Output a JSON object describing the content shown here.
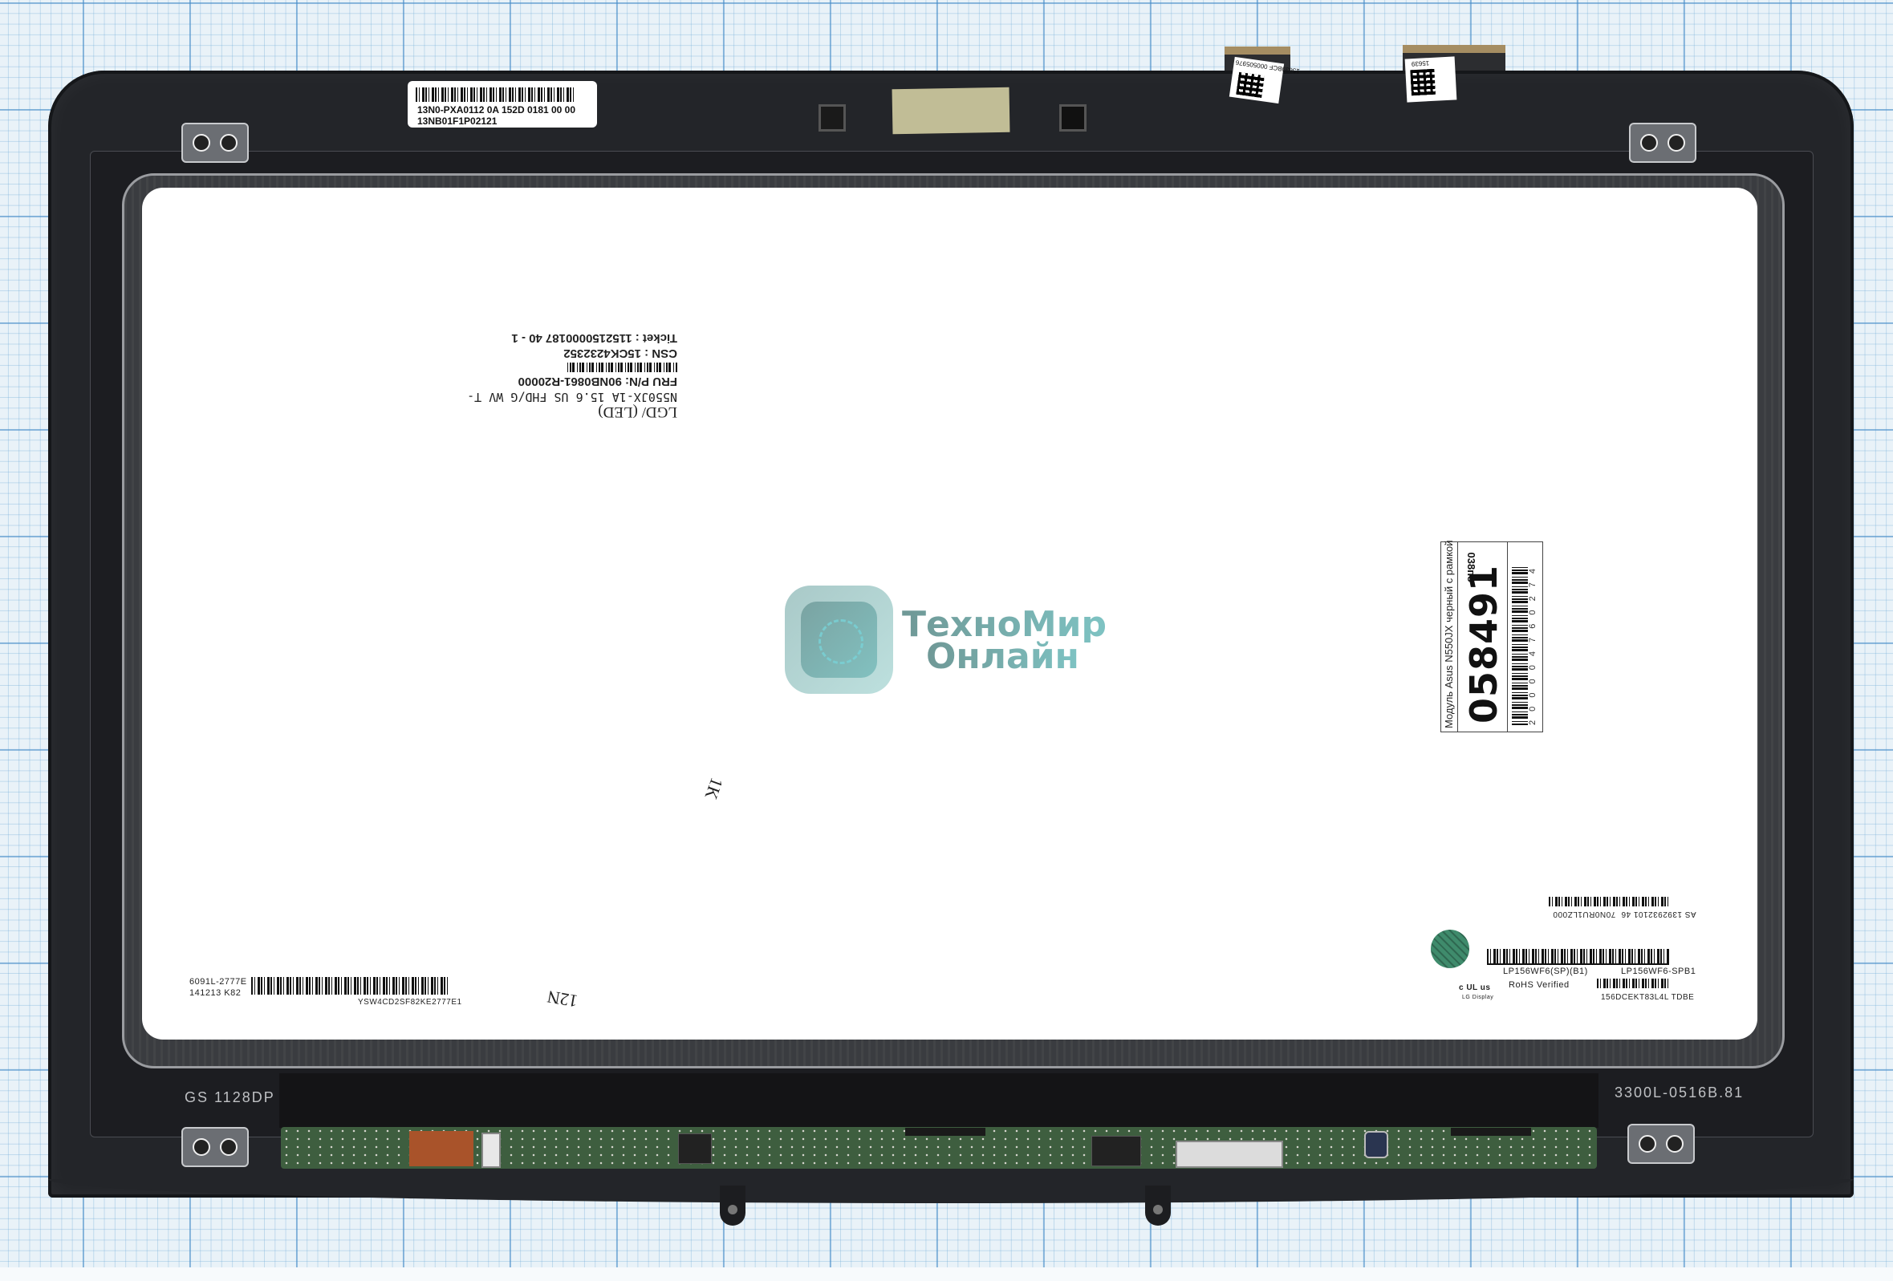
{
  "photo": {
    "subject": "Laptop LCD display module with black bezel frame on graph paper",
    "background": "blue graph paper grid"
  },
  "watermark": {
    "line1": "ТехноМир",
    "line2": "Онлайн",
    "colors": {
      "text_start": "#6f9896",
      "text_end": "#7ec3c3",
      "box": "#a9c9c8"
    }
  },
  "labels": {
    "frame_top_label": {
      "line1": "13N0-PXA0112 0A 152D 0181 00 00",
      "line2": "13NB01F1P02121"
    },
    "flex_qr_left": {
      "text": "15639BCF 000505976"
    },
    "flex_qr_right": {
      "text": "15639"
    },
    "fru_label_upside_down": {
      "line1": "LGD/ (LED)",
      "line2": "N550JX-1A 15.6 US FHD/G WV T-",
      "line3": "FRU P/N: 90NB0861-R20000",
      "line4": "CSN  :  15CK4232352",
      "line5": "Ticket : 1152150000187 40 - 1"
    },
    "store_label": {
      "number": "058491",
      "description": "Модуль Asus N550JX черный с рамкой",
      "code": "038по",
      "barcode_digits": "2 0 0 0 0 4 7 6 0 2 7 4"
    },
    "panel_label": {
      "serial_upside_down": "AS 1392932101 46",
      "code_upside_down": "70N0RU1LZ000",
      "model1": "LP156WF6(SP)(B1)",
      "model2": "LP156WF6-SPB1",
      "rohs": "RoHS Verified",
      "lot": "156DCEKT83L4L  TDBE",
      "cert": "c UL us",
      "maker": "LG Display"
    },
    "pcb_label": {
      "line1": "6091L-2777E",
      "line2": "141213   K82",
      "barcode_text": "YSW4CD2SF82KE2777E1"
    },
    "handwritten_marks": {
      "mark1": "1K",
      "mark2": "12N"
    },
    "etched_left": "GS   1128DP",
    "etched_right": "3300L-0516B.81"
  },
  "colors": {
    "bezel": "#232529",
    "screen": "#ffffff",
    "pcb": "#3e5e3f",
    "grid_line": "#468cc8",
    "tape": "#cfcaa0",
    "green_sticker": "#3f8b6c"
  }
}
